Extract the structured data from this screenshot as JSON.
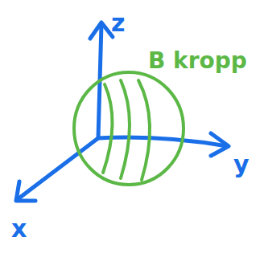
{
  "diagram": {
    "labels": [
      "z",
      "B kropp",
      "y",
      "x"
    ]
  }
}
